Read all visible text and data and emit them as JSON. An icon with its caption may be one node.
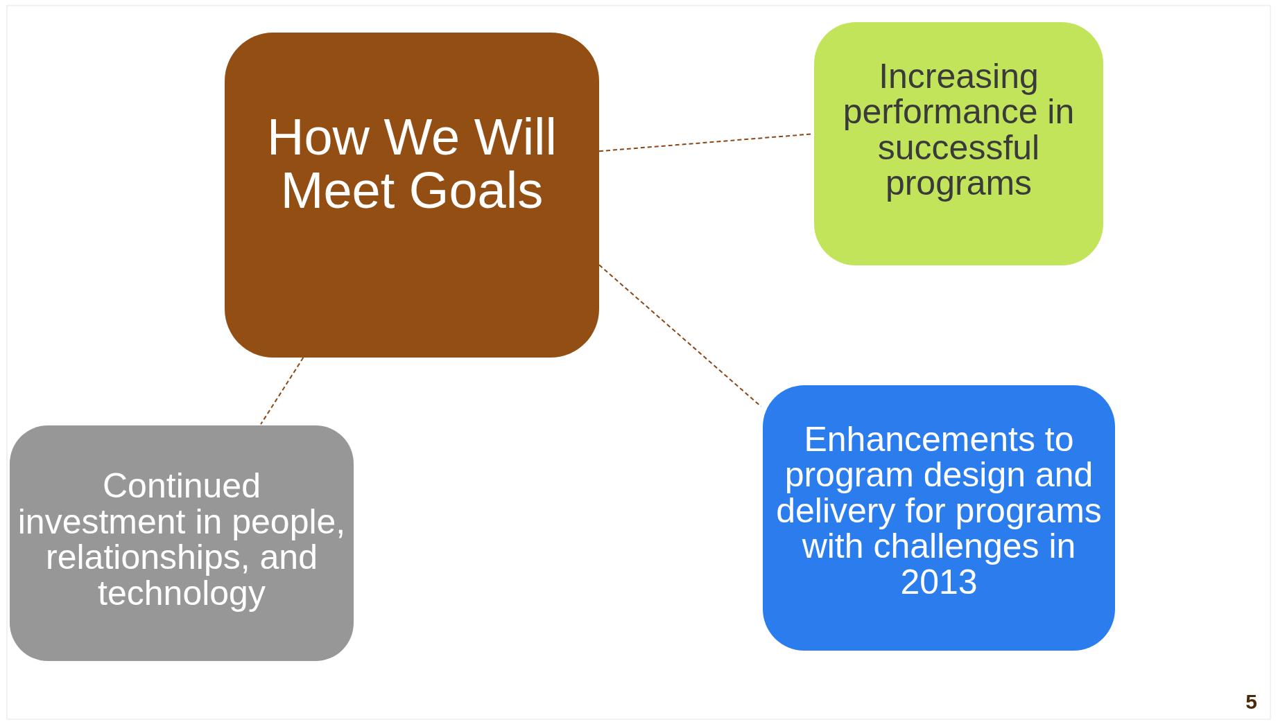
{
  "diagram": {
    "nodes": [
      {
        "text": [
          "How We Will Meet Goals"
        ]
      },
      {
        "text": [
          "Increasing performance in successful programs"
        ]
      },
      {
        "text": [
          "Enhancements to program design and delivery for programs with challenges in 2013"
        ]
      },
      {
        "text": [
          "Continued investment in people, relationships, and technology"
        ]
      }
    ],
    "edges": [
      {
        "from": 0,
        "to": 1,
        "arrow": "none",
        "style": "dashed"
      },
      {
        "from": 0,
        "to": 2,
        "arrow": "none",
        "style": "dashed"
      },
      {
        "from": 0,
        "to": 3,
        "arrow": "none",
        "style": "dashed"
      }
    ],
    "labels": [
      "5"
    ]
  }
}
